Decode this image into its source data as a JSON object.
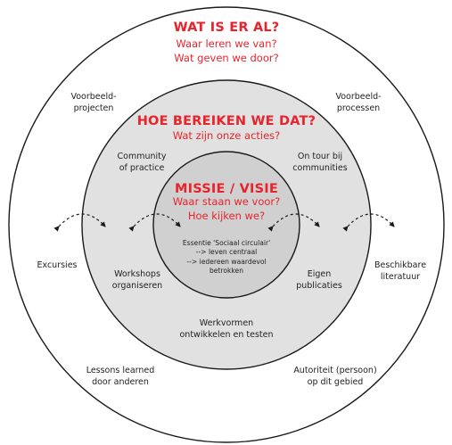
{
  "colors": {
    "outer_fill": "#ffffff",
    "middle_fill": "#e1e1e1",
    "inner_fill": "#d0d0d0",
    "stroke": "#1a1a1a",
    "accent": "#e8232b"
  },
  "outer_ring": {
    "title": "WAT IS ER AL?",
    "subtitle": "Waar leren we van?\nWat geven we door?",
    "items": [
      "Voorbeeld-\nprojecten",
      "Voorbeeld-\nprocessen",
      "Excursies",
      "Beschikbare\nliteratuur",
      "Lessons learned\ndoor anderen",
      "Autoriteit (persoon)\nop dit gebied"
    ]
  },
  "middle_ring": {
    "title": "HOE BEREIKEN WE DAT?",
    "subtitle": "Wat zijn onze acties?",
    "items": [
      "Community\nof practice",
      "On tour bij\ncommunities",
      "Workshops\norganiseren",
      "Eigen\npublicaties",
      "Werkvormen\nontwikkelen en testen"
    ]
  },
  "inner_circle": {
    "title": "MISSIE / VISIE",
    "subtitle": "Waar staan we voor?\nHoe kijken we?",
    "body": "Essentie 'Sociaal circulair'\n--> leven centraal\n--> iedereen waardevol\nbetrokken"
  },
  "icons": [
    "curved-dashed-arrow-icon"
  ]
}
